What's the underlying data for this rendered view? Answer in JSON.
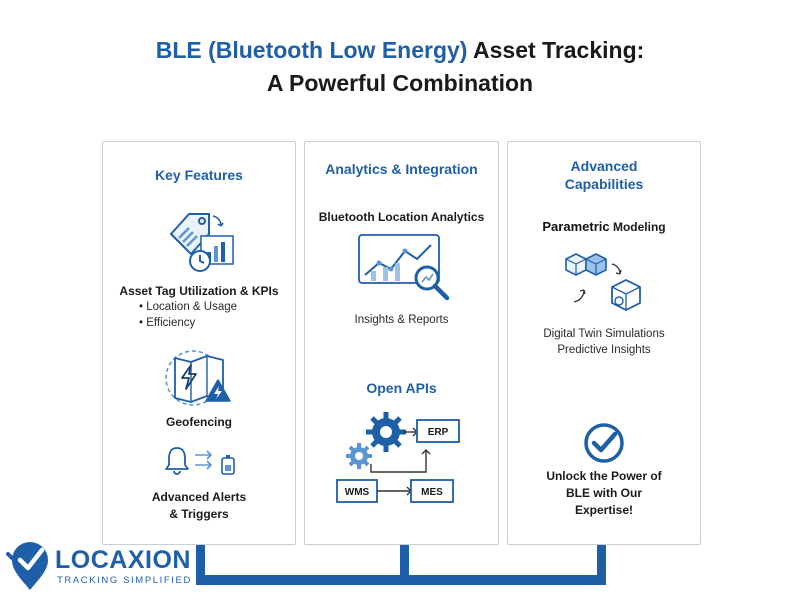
{
  "title": {
    "line1_blue": "BLE (Bluetooth Low Energy)",
    "line1_rest": " Asset Tracking:",
    "line2": "A Powerful Combination"
  },
  "columns": [
    {
      "heading": "Key Features",
      "item1_label": "Asset Tag Utilization & KPIs",
      "bullets": [
        "Location & Usage",
        "Efficiency"
      ],
      "item2_label": "Geofencing",
      "item3_label": "Advanced Alerts",
      "item3_label2": "& Triggers"
    },
    {
      "heading": "Analytics & Integration",
      "item1_label": "Bluetooth Location Analytics",
      "item1_sub": "Insights & Reports",
      "item2_heading": "Open APIs",
      "diagram": {
        "erp": "ERP",
        "wms": "WMS",
        "mes": "MES"
      }
    },
    {
      "heading_line1": "Advanced",
      "heading_line2": "Capabilities",
      "item1_label_a": "Parametric",
      "item1_label_b": " Modeling",
      "item1_sub1": "Digital Twin Simulations",
      "item1_sub2": "Predictive Insights",
      "cta_line1": "Unlock the Power of",
      "cta_line2": "BLE with Our",
      "cta_line3": "Expertise!"
    }
  ],
  "logo": {
    "name": "LOCAXION",
    "tagline": "TRACKING SIMPLIFIED"
  },
  "colors": {
    "accent": "#1f5fa8",
    "accent_light": "#5b95d6",
    "border": "#c9ced6",
    "text": "#1a1a1a"
  },
  "icons": [
    "price-tag-icon",
    "bar-chart-icon",
    "clock-icon",
    "map-fence-icon",
    "lightning-icon",
    "bell-icon",
    "battery-icon",
    "analytics-monitor-icon",
    "magnifier-icon",
    "gears-icon",
    "cube-icon",
    "checkmark-circle-icon",
    "map-pin-logo-icon"
  ]
}
